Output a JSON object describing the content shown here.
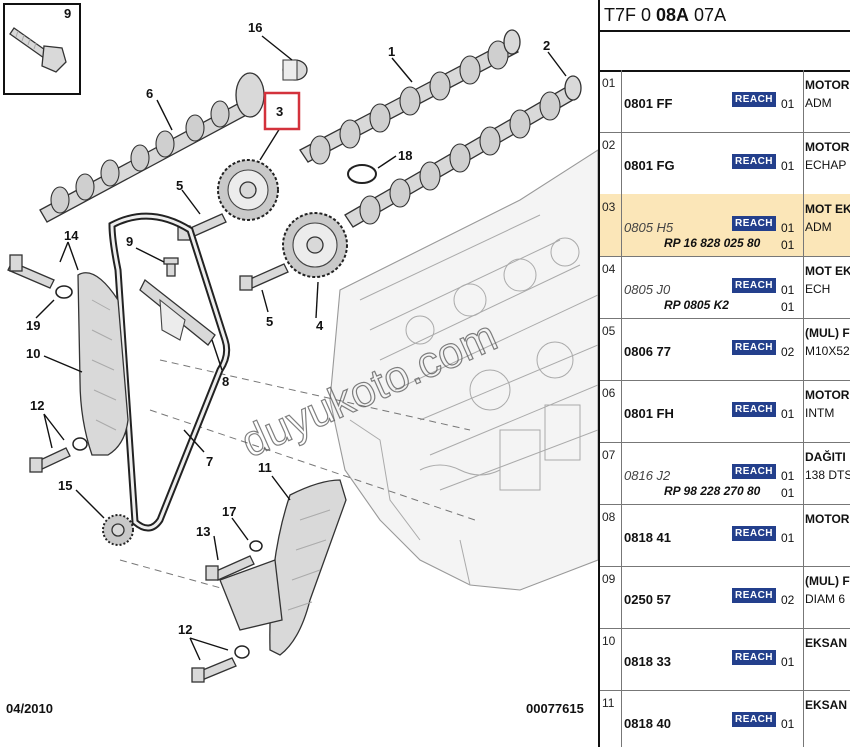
{
  "diagram": {
    "date": "04/2010",
    "ref": "00077615",
    "watermark": "duyukoto.com",
    "callouts": [
      "9",
      "16",
      "6",
      "1",
      "2",
      "3",
      "18",
      "5",
      "14",
      "19",
      "10",
      "12",
      "15",
      "13",
      "17",
      "11",
      "12",
      "4",
      "5",
      "7",
      "8",
      "9"
    ]
  },
  "panel": {
    "title_pre": "T7F 0 ",
    "title_bold": "08A",
    "title_post": " 07A",
    "reach_label": "REACH",
    "rows": [
      {
        "idx": "01",
        "ref": "0801 FF",
        "qty": "01",
        "qty2": "",
        "desc1": "MOTOR",
        "desc2": "ADM",
        "rp": "",
        "italic": false
      },
      {
        "idx": "02",
        "ref": "0801 FG",
        "qty": "01",
        "qty2": "",
        "desc1": "MOTOR",
        "desc2": "ECHAP",
        "rp": "",
        "italic": false
      },
      {
        "idx": "03",
        "ref": "0805 H5",
        "qty": "01",
        "qty2": "01",
        "desc1": "MOT EK",
        "desc2": "ADM",
        "rp": "RP 16 828 025 80",
        "italic": true
      },
      {
        "idx": "04",
        "ref": "0805 J0",
        "qty": "01",
        "qty2": "01",
        "desc1": "MOT EK",
        "desc2": "ECH",
        "rp": "RP 0805 K2",
        "italic": true
      },
      {
        "idx": "05",
        "ref": "0806 77",
        "qty": "02",
        "qty2": "",
        "desc1": "(MUL) F",
        "desc2": "M10X52",
        "rp": "",
        "italic": false
      },
      {
        "idx": "06",
        "ref": "0801 FH",
        "qty": "01",
        "qty2": "",
        "desc1": "MOTOR",
        "desc2": "INTM",
        "rp": "",
        "italic": false
      },
      {
        "idx": "07",
        "ref": "0816 J2",
        "qty": "01",
        "qty2": "01",
        "desc1": "DAĞITI",
        "desc2": "138 DTS",
        "rp": "RP 98 228 270 80",
        "italic": true
      },
      {
        "idx": "08",
        "ref": "0818 41",
        "qty": "01",
        "qty2": "",
        "desc1": "MOTOR",
        "desc2": "",
        "rp": "",
        "italic": false
      },
      {
        "idx": "09",
        "ref": "0250 57",
        "qty": "02",
        "qty2": "",
        "desc1": "(MUL) F",
        "desc2": "DIAM 6",
        "rp": "",
        "italic": false
      },
      {
        "idx": "10",
        "ref": "0818 33",
        "qty": "01",
        "qty2": "",
        "desc1": "EKSAN",
        "desc2": "",
        "rp": "",
        "italic": false
      },
      {
        "idx": "11",
        "ref": "0818 40",
        "qty": "01",
        "qty2": "",
        "desc1": "EKSAN",
        "desc2": "",
        "rp": "",
        "italic": false
      }
    ]
  }
}
